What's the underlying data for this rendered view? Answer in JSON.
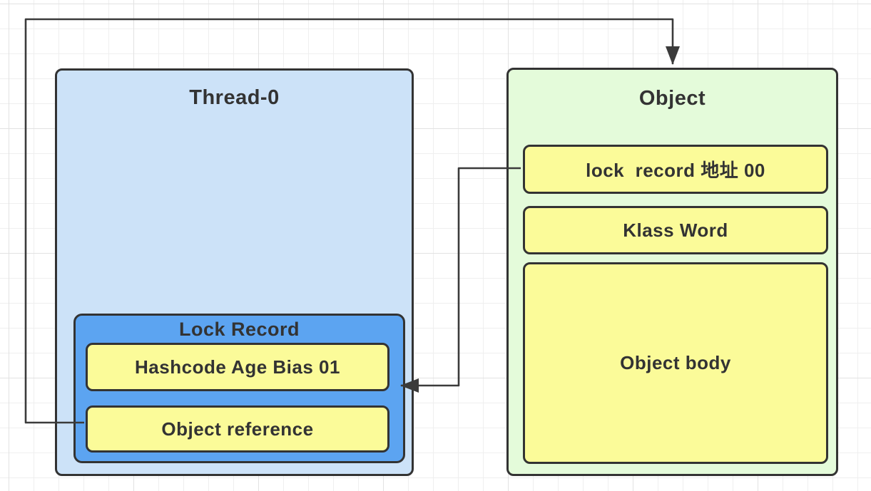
{
  "diagram": {
    "thread": {
      "title": "Thread-0",
      "lock_record": {
        "title": "Lock Record",
        "rows": [
          {
            "label": "Hashcode Age Bias 01"
          },
          {
            "label": "Object reference"
          }
        ]
      }
    },
    "object": {
      "title": "Object",
      "rows": [
        {
          "label": "lock  record 地址 00"
        },
        {
          "label": "Klass Word"
        },
        {
          "label": "Object body"
        }
      ]
    },
    "edges": [
      {
        "name": "object-reference-to-object",
        "from": "Object reference",
        "to": "Object",
        "arrow": "down-into-object-top"
      },
      {
        "name": "lock-record-addr-to-lock-record",
        "from": "lock  record 地址 00",
        "to": "Lock Record",
        "arrow": "left-into-lock-record-right"
      }
    ],
    "colors": {
      "background": "#FFFFFF",
      "grid_line_minor": "#EFEFEF",
      "grid_line_major": "#E2E2E2",
      "thread_fill": "#CCE2F8",
      "lock_record_fill": "#5CA4F1",
      "object_fill": "#E4FBDA",
      "field_fill": "#FBFB99",
      "border": "#333333",
      "edge": "#3B3B3B",
      "text": "#333333"
    }
  }
}
